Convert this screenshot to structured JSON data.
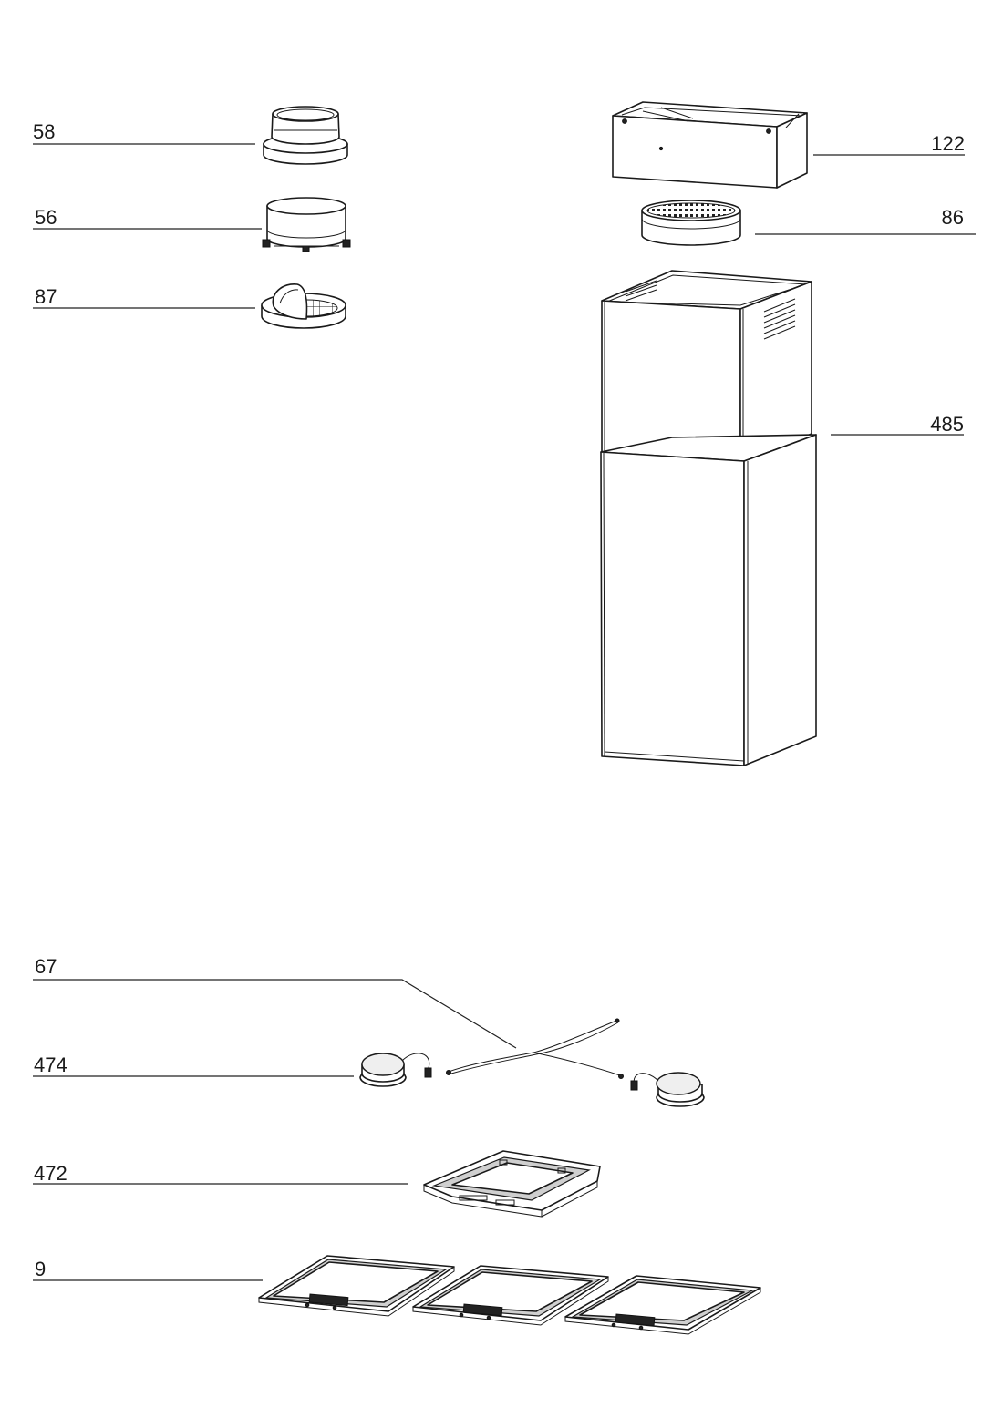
{
  "parts": [
    {
      "id": "58"
    },
    {
      "id": "56"
    },
    {
      "id": "87"
    },
    {
      "id": "122"
    },
    {
      "id": "86"
    },
    {
      "id": "485"
    },
    {
      "id": "67"
    },
    {
      "id": "474"
    },
    {
      "id": "472"
    },
    {
      "id": "9"
    }
  ]
}
